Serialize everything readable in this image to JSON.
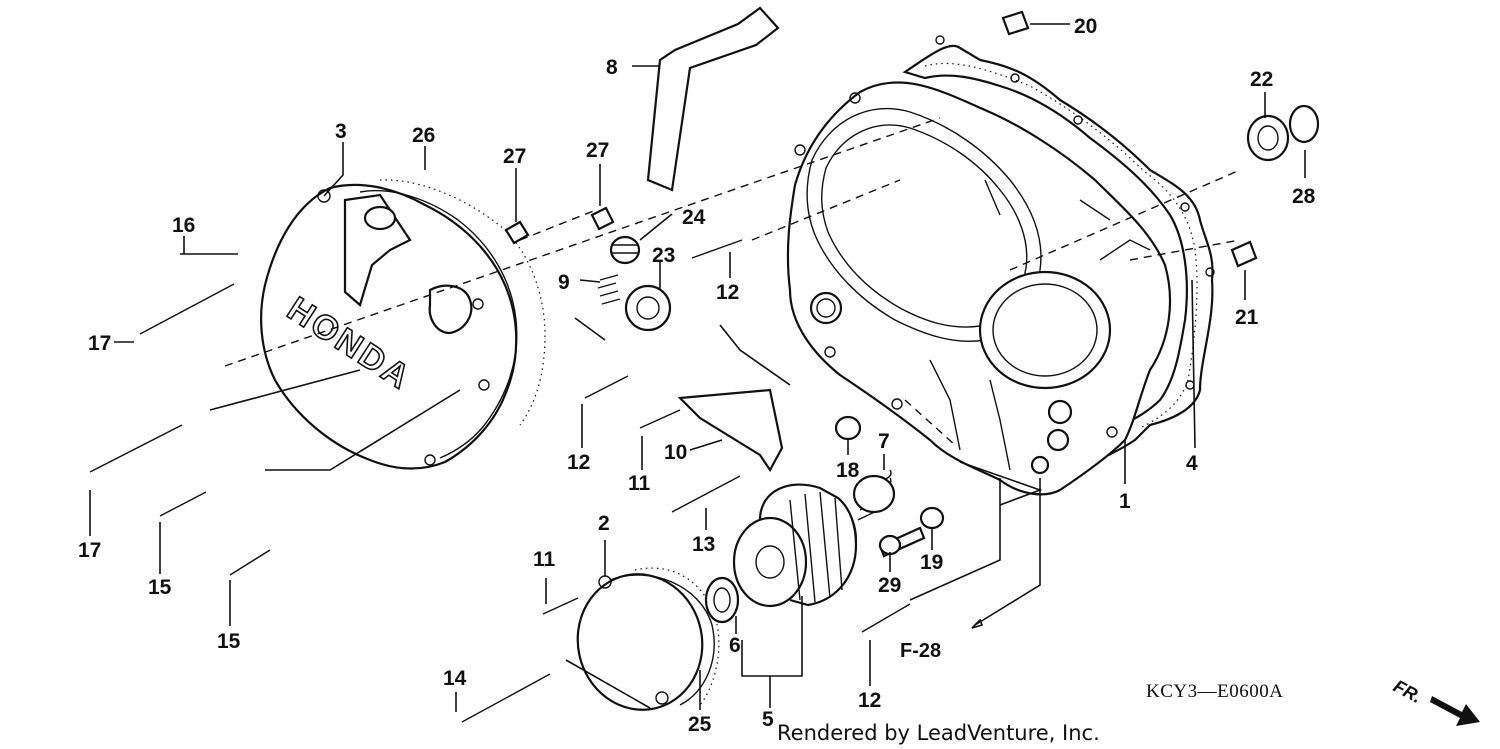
{
  "diagram": {
    "brand_text": "HONDA",
    "diagram_code": "KCY3—E0600A",
    "reference": "F-28",
    "direction_marker": "FR.",
    "credit": "Rendered by LeadVenture, Inc.",
    "callouts": [
      {
        "id": "c20",
        "text": "20"
      },
      {
        "id": "c8",
        "text": "8"
      },
      {
        "id": "c22",
        "text": "22"
      },
      {
        "id": "c3",
        "text": "3"
      },
      {
        "id": "c26",
        "text": "26"
      },
      {
        "id": "c27a",
        "text": "27"
      },
      {
        "id": "c27b",
        "text": "27"
      },
      {
        "id": "c28",
        "text": "28"
      },
      {
        "id": "c16",
        "text": "16"
      },
      {
        "id": "c24",
        "text": "24"
      },
      {
        "id": "c23",
        "text": "23"
      },
      {
        "id": "c9",
        "text": "9"
      },
      {
        "id": "c12a",
        "text": "12"
      },
      {
        "id": "c21",
        "text": "21"
      },
      {
        "id": "c17a",
        "text": "17"
      },
      {
        "id": "c12b",
        "text": "12"
      },
      {
        "id": "c10",
        "text": "10"
      },
      {
        "id": "c7",
        "text": "7"
      },
      {
        "id": "c18",
        "text": "18"
      },
      {
        "id": "c4",
        "text": "4"
      },
      {
        "id": "c11a",
        "text": "11"
      },
      {
        "id": "c1",
        "text": "1"
      },
      {
        "id": "c17b",
        "text": "17"
      },
      {
        "id": "c13",
        "text": "13"
      },
      {
        "id": "c2",
        "text": "2"
      },
      {
        "id": "c29",
        "text": "29"
      },
      {
        "id": "c19",
        "text": "19"
      },
      {
        "id": "c11b",
        "text": "11"
      },
      {
        "id": "c15a",
        "text": "15"
      },
      {
        "id": "c15b",
        "text": "15"
      },
      {
        "id": "c6",
        "text": "6"
      },
      {
        "id": "c14",
        "text": "14"
      },
      {
        "id": "c12c",
        "text": "12"
      },
      {
        "id": "c25",
        "text": "25"
      },
      {
        "id": "c5",
        "text": "5"
      }
    ]
  }
}
